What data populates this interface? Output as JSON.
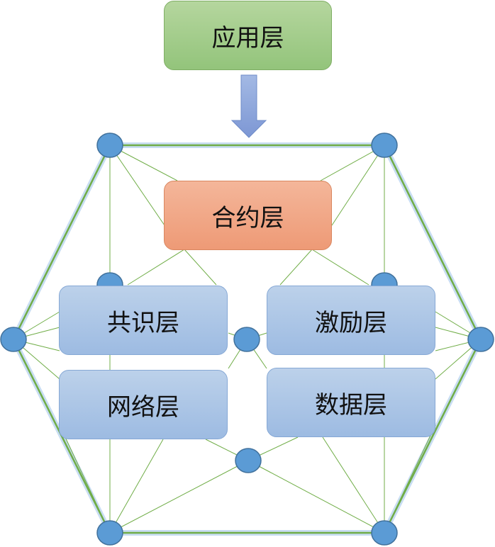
{
  "layers": {
    "application": "应用层",
    "contract": "合约层",
    "consensus": "共识层",
    "incentive": "激励层",
    "network": "网络层",
    "data": "数据层"
  },
  "colors": {
    "application_fill": "#a9d18e",
    "contract_fill": "#f4b183",
    "layer_fill": "#a7c2e6",
    "node_fill": "#5b9bd5",
    "edge_green": "#70ad47",
    "arrow_fill": "#8faadc"
  }
}
